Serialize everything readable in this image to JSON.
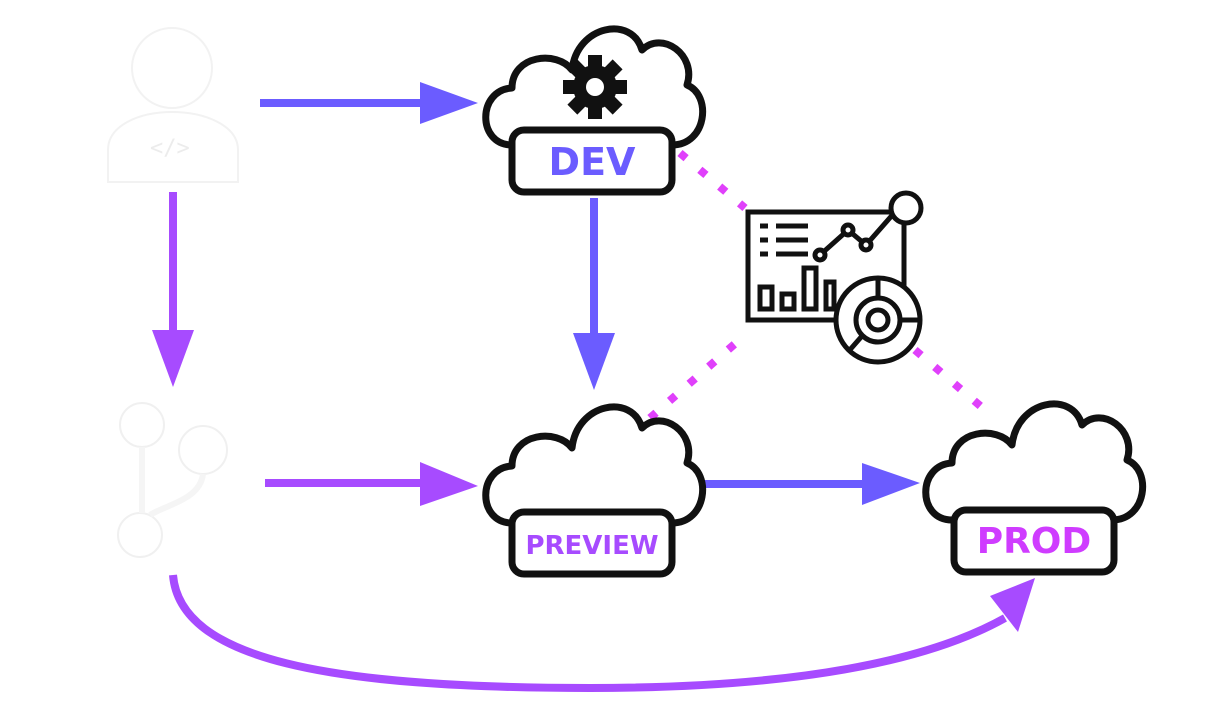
{
  "environments": {
    "dev": {
      "label": "DEV",
      "color": "#6b5cff"
    },
    "preview": {
      "label": "PREVIEW",
      "color": "#a74bff"
    },
    "prod": {
      "label": "PROD",
      "color": "#cf3cff"
    }
  },
  "actors": {
    "developer": {
      "icon": "developer-icon"
    },
    "git": {
      "icon": "git-branch-icon"
    }
  },
  "monitoring": {
    "icon": "dashboard-analytics-icon"
  },
  "colors": {
    "arrow_blue": "#6b5cff",
    "arrow_purple": "#a74bff",
    "dotted_link": "#e040fb",
    "outline": "#111111"
  }
}
